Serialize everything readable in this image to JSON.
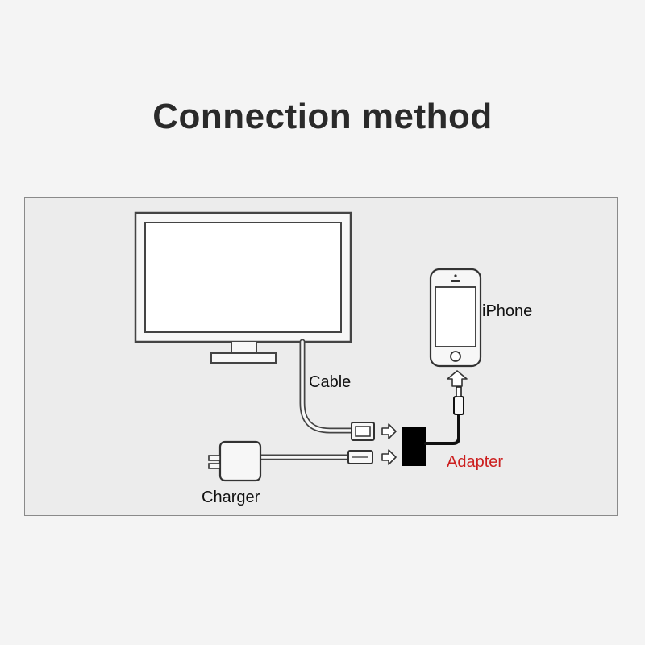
{
  "title": "Connection method",
  "labels": {
    "cable": "Cable",
    "iphone": "iPhone",
    "charger": "Charger",
    "adapter": "Adapter"
  },
  "colors": {
    "adapter_label": "#cc1f1f",
    "outline": "#333333",
    "panel_bg": "#ececec",
    "adapter_body": "#000000"
  }
}
